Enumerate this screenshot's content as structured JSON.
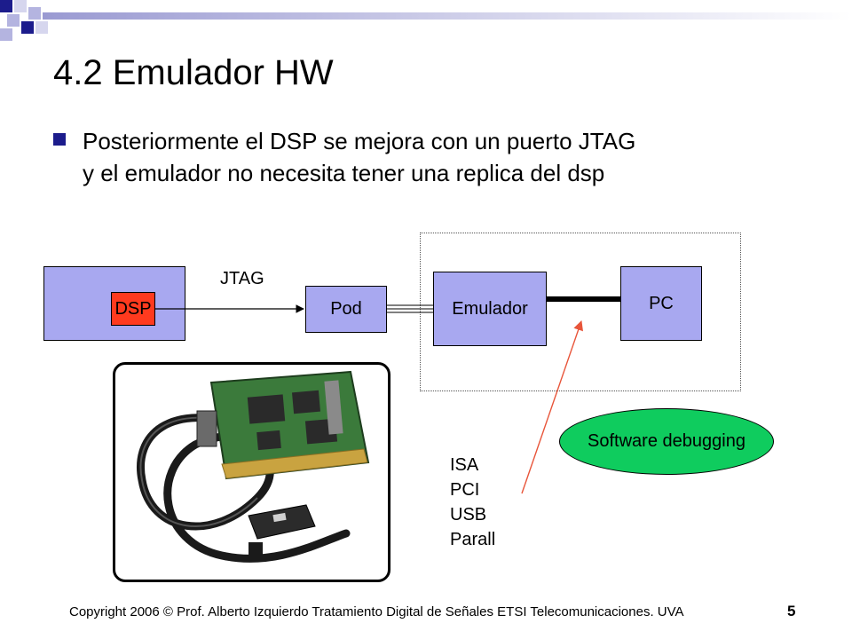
{
  "slide": {
    "title": "4.2 Emulador HW",
    "bullet_line1": "Posteriormente el DSP se mejora con un puerto JTAG",
    "bullet_line2": "y el emulador no necesita tener una replica del dsp"
  },
  "diagram": {
    "dsp_label": "DSP",
    "jtag_label": "JTAG",
    "pod_label": "Pod",
    "emulador_label": "Emulador",
    "pc_label": "PC",
    "software_label": "Software debugging",
    "bus_types": [
      "ISA",
      "PCI",
      "USB",
      "Parall"
    ]
  },
  "colors": {
    "box_fill": "#a8a8f0",
    "dsp_fill": "#ff3a1e",
    "ellipse_fill": "#0fcc5e",
    "accent_navy": "#1c1c8c",
    "arrow_red": "#e8553a"
  },
  "footer": {
    "copyright": "Copyright 2006 © Prof. Alberto Izquierdo Tratamiento Digital de Señales  ETSI Telecomunicaciones. UVA",
    "page_number": "5"
  }
}
